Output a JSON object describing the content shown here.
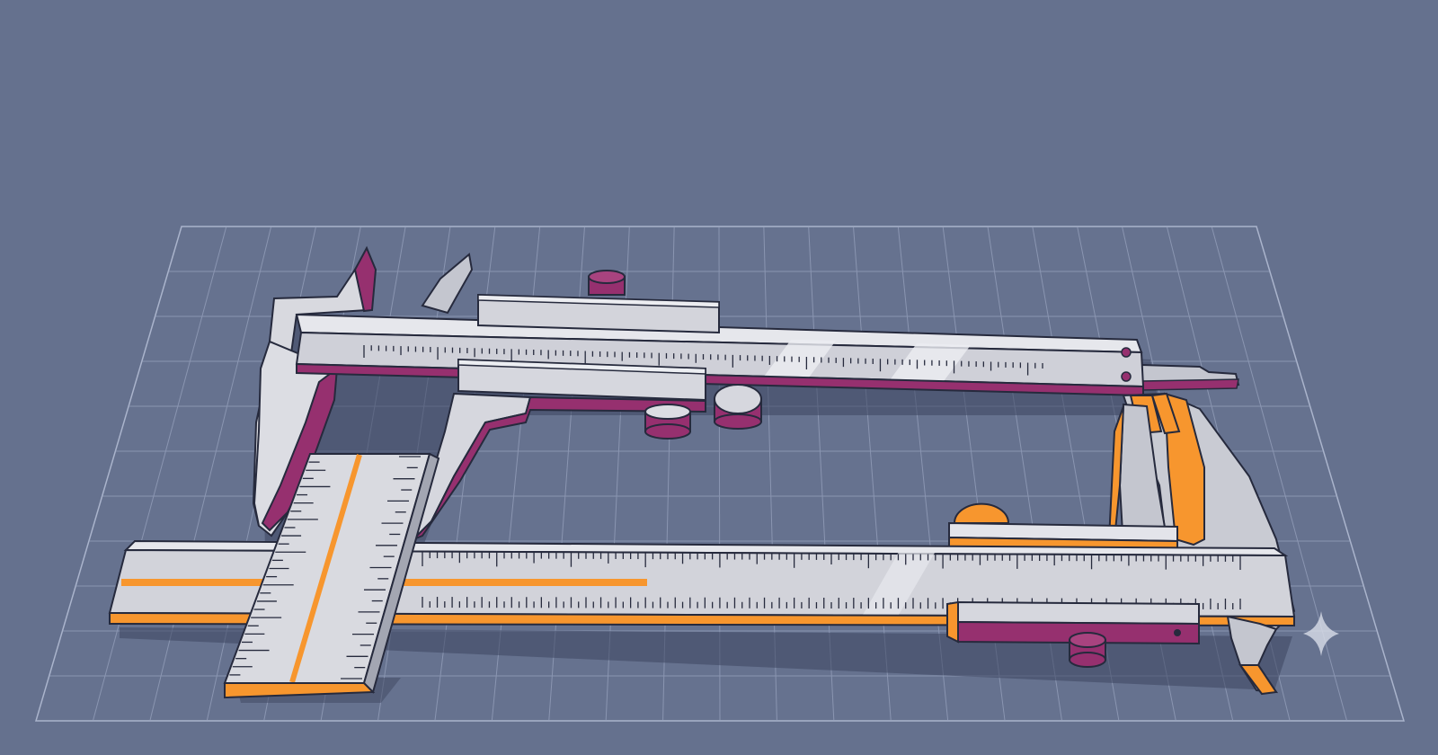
{
  "scene": {
    "background_color": "#65718e",
    "grid_color": "#a9b3cb",
    "steel_light": "#e3e4ea",
    "steel_mid": "#c4c6cf",
    "steel_dark": "#a3a6b2",
    "outline_color": "#262a3d",
    "accent_purple": "#96306f",
    "accent_orange": "#f7962e",
    "shadow_color": "#3d4660"
  },
  "objects": [
    {
      "name": "vernier-caliper-rear",
      "accent": "purple"
    },
    {
      "name": "vernier-caliper-front",
      "accent": "orange"
    },
    {
      "name": "steel-square-ruler",
      "accent": "orange"
    },
    {
      "name": "sparkle-icon"
    }
  ]
}
